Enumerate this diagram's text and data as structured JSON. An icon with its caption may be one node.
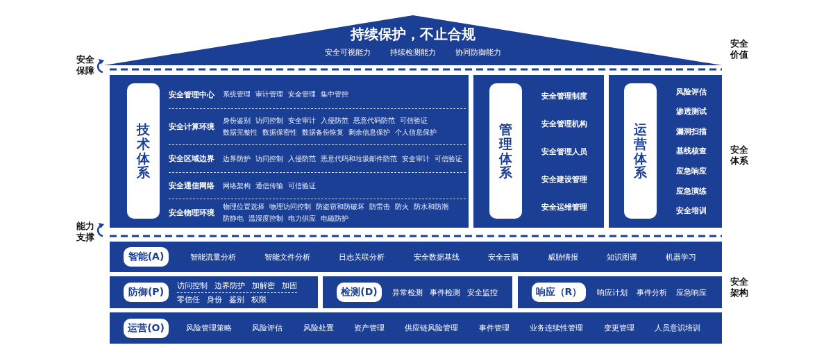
{
  "diagram": {
    "nodes": [
      {
        "text": [
          "持续保护，不止合规",
          "安全可视能力",
          "持续检测能力",
          "协同防御能力"
        ]
      },
      {
        "text": [
          "技术体系"
        ]
      },
      {
        "text": [
          "安全管理中心",
          "系统管理",
          "审计管理",
          "安全管理",
          "集中管控"
        ],
        "in": 1
      },
      {
        "text": [
          "安全计算环境",
          "身份鉴别",
          "访问控制",
          "安全审计",
          "入侵防范",
          "恶意代码防范",
          "可信验证",
          "数据完整性",
          "数据保密性",
          "数据备份恢复",
          "剩余信息保护",
          "个人信息保护"
        ],
        "in": 1
      },
      {
        "text": [
          "安全区域边界",
          "边界防护",
          "访问控制",
          "入侵防范",
          "恶意代码和垃圾邮件防范",
          "安全审计",
          "可信验证"
        ],
        "in": 1
      },
      {
        "text": [
          "安全通信网络",
          "网络架构",
          "通信传输",
          "可信验证"
        ],
        "in": 1
      },
      {
        "text": [
          "安全物理环境",
          "物理位置选择",
          "物理访问控制",
          "防盗窃和防破坏",
          "防雷击",
          "防火",
          "防水和防潮",
          "防静电",
          "温湿度控制",
          "电力供应",
          "电磁防护"
        ],
        "in": 1
      },
      {
        "text": [
          "管理体系",
          "安全管理制度",
          "安全管理机构",
          "安全管理人员",
          "安全建设管理",
          "安全运维管理"
        ]
      },
      {
        "text": [
          "运营体系",
          "风险评估",
          "渗透测试",
          "漏洞扫描",
          "基线核查",
          "应急响应",
          "应急演练",
          "安全培训"
        ]
      },
      {
        "text": [
          "智能(A)",
          "智能流量分析",
          "智能文件分析",
          "日志关联分析",
          "安全数据基线",
          "安全云脑",
          "威胁情报",
          "知识图谱",
          "机器学习"
        ]
      },
      {
        "text": [
          "防御(P)",
          "访问控制",
          "边界防护",
          "加解密",
          "加固",
          "零信任",
          "身份",
          "鉴别",
          "权限"
        ]
      },
      {
        "text": [
          "检测(D)",
          "异常检测",
          "事件检测",
          "安全监控"
        ]
      },
      {
        "text": [
          "响应（R）",
          "响应计划",
          "事件分析",
          "应急响应"
        ]
      },
      {
        "text": [
          "运营(O)",
          "风险管理策略",
          "风险评估",
          "风险处置",
          "资产管理",
          "供应链风险管理",
          "事件管理",
          "业务连续性管理",
          "变更管理",
          "人员意识培训"
        ]
      }
    ],
    "edges": [],
    "labels": [
      "安全价值",
      "安全保障",
      "安全体系",
      "能力支撑",
      "安全架构"
    ]
  }
}
